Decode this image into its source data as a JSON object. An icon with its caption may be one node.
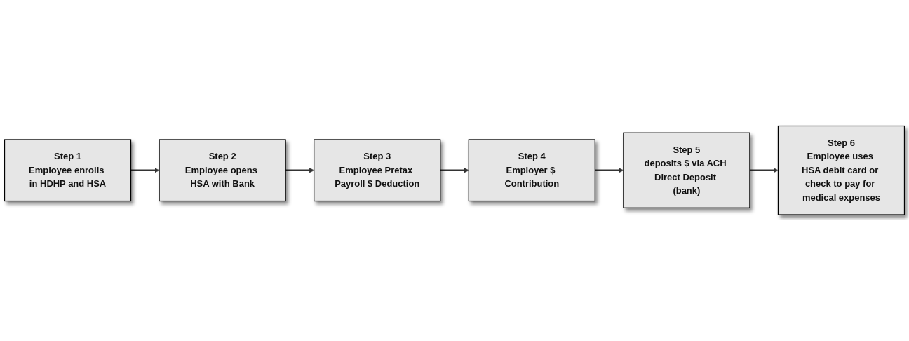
{
  "diagram": {
    "nodes": [
      {
        "text": [
          "Step 1",
          "Employee enrolls in HDHP and HSA"
        ]
      },
      {
        "text": [
          "Step 2",
          "Employee opens HSA with Bank"
        ]
      },
      {
        "text": [
          "Step 3",
          "Employee Pretax Payroll $ Deduction"
        ]
      },
      {
        "text": [
          "Step 4",
          "Employer $ Contribution"
        ]
      },
      {
        "text": [
          "Step 5",
          "deposits $ via ACH Direct Deposit (bank)"
        ]
      },
      {
        "text": [
          "Step 6",
          "Employee uses HSA debit card or check to pay for medical expenses"
        ]
      }
    ],
    "edges": [
      {
        "from": 0,
        "to": 1,
        "arrow": "to"
      },
      {
        "from": 1,
        "to": 2,
        "arrow": "to"
      },
      {
        "from": 2,
        "to": 3,
        "arrow": "to"
      },
      {
        "from": 3,
        "to": 4,
        "arrow": "to"
      },
      {
        "from": 4,
        "to": 5,
        "arrow": "to"
      }
    ]
  }
}
